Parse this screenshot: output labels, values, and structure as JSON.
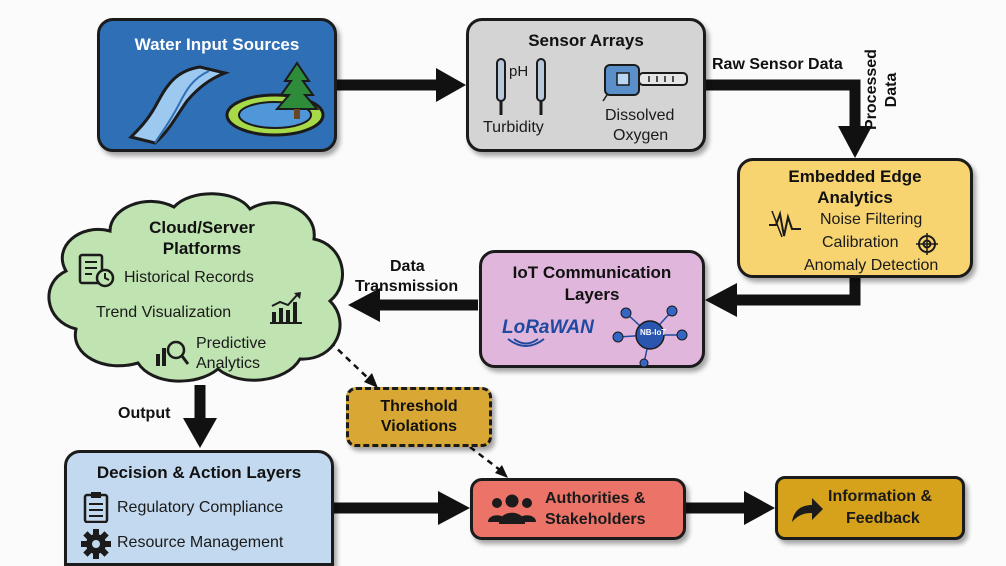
{
  "diagram": {
    "water": {
      "title": "Water Input Sources",
      "color": "#2f6fb5"
    },
    "sensors": {
      "title": "Sensor Arrays",
      "ph": "pH",
      "turbidity": "Turbidity",
      "dissolved": "Dissolved",
      "oxygen": "Oxygen"
    },
    "edge": {
      "title_line1": "Embedded Edge",
      "title_line2": "Analytics",
      "item1": "Noise Filtering",
      "item2": "Calibration",
      "item3": "Anomaly Detection"
    },
    "iot": {
      "title_line1": "IoT Communication",
      "title_line2": "Layers",
      "lorawan": "LoRaWAN",
      "nbiot": "NB-IoT"
    },
    "cloud": {
      "title_line1": "Cloud/Server",
      "title_line2": "Platforms",
      "item1": "Historical Records",
      "item2": "Trend Visualization",
      "item3_line1": "Predictive",
      "item3_line2": "Analytics"
    },
    "threshold": {
      "line1": "Threshold",
      "line2": "Violations"
    },
    "decision": {
      "title": "Decision & Action Layers",
      "item1": "Regulatory Compliance",
      "item2": "Resource Management"
    },
    "authorities": {
      "line1": "Authorities &",
      "line2": "Stakeholders"
    },
    "info": {
      "line1": "Information &",
      "line2": "Feedback"
    },
    "edges": {
      "raw": "Raw Sensor Data",
      "processed_line1": "Processed",
      "processed_line2": "Data",
      "transmission_line1": "Data",
      "transmission_line2": "Transmission",
      "output": "Output"
    }
  }
}
